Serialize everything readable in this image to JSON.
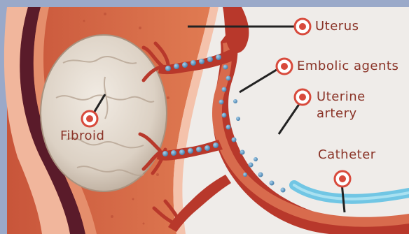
{
  "labels": {
    "uterus": "Uterus",
    "embolic_agents": "Embolic agents",
    "uterine_artery_line1": "Uterine",
    "uterine_artery_line2": "artery",
    "catheter": "Catheter",
    "fibroid": "Fibroid"
  },
  "colors": {
    "frame": "#9aa9c9",
    "background": "#efece9",
    "uterine_wall": "#d96a45",
    "uterine_lining": "#f1b69c",
    "deep_tissue": "#5a1b2a",
    "fibroid": "#ddd3c6",
    "artery": "#b8382b",
    "artery_inner": "#d86b4d",
    "embolic_particle": "#5b97c3",
    "catheter": "#71c6e4",
    "marker": "#d84a3c",
    "label_text": "#8a3327"
  }
}
